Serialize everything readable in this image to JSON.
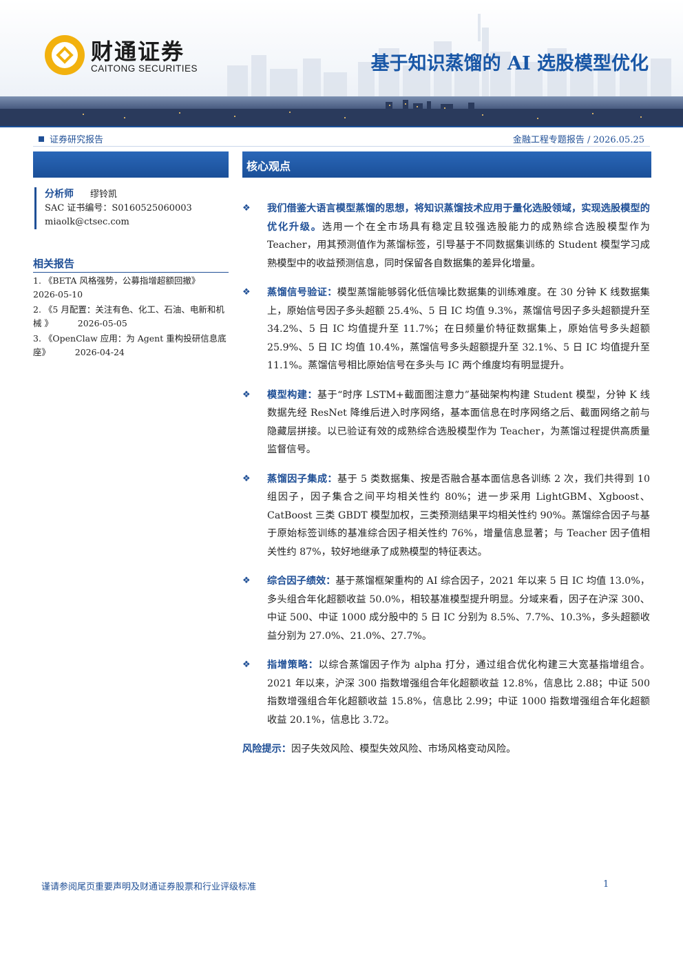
{
  "header": {
    "logo_cn": "财通证券",
    "logo_en": "CAITONG SECURITIES",
    "title": "基于知识蒸馏的 AI 选股模型优化",
    "colors": {
      "brand_blue": "#1f4f96",
      "title_blue": "#1957a6",
      "logo_gold": "#f2b10e"
    }
  },
  "meta": {
    "category": "证券研究报告",
    "report_type": "金融工程专题报告 / 2026.05.25"
  },
  "section_title": "核心观点",
  "analyst": {
    "role": "分析师",
    "name": "缪铃凯",
    "sac": "SAC 证书编号：S0160525060003",
    "email": "miaolk@ctsec.com"
  },
  "related": {
    "title": "相关报告",
    "items": [
      {
        "text": "1. 《BETA 风格强势，公募指增超额回撤》",
        "date": "2026-05-10"
      },
      {
        "text": "2. 《5 月配置：关注有色、化工、石油、电新和机械 》",
        "date": "2026-05-05"
      },
      {
        "text": "3. 《OpenClaw 应用：为 Agent 重构投研信息底座》",
        "date": "2026-04-24"
      }
    ]
  },
  "points": [
    {
      "bold": "我们借鉴大语言模型蒸馏的思想，将知识蒸馏技术应用于量化选股领域，实现选股模型的优化升级。",
      "text": "选用一个在全市场具有稳定且较强选股能力的成熟综合选股模型作为 Teacher，用其预测值作为蒸馏标签，引导基于不同数据集训练的 Student 模型学习成熟模型中的收益预测信息，同时保留各自数据集的差异化增量。"
    },
    {
      "bold": "蒸馏信号验证：",
      "text": "模型蒸馏能够弱化低信噪比数据集的训练难度。在 30 分钟 K 线数据集上，原始信号因子多头超额 25.4%、5 日 IC 均值 9.3%，蒸馏信号因子多头超额提升至 34.2%、5 日 IC 均值提升至 11.7%；在日频量价特征数据集上，原始信号多头超额 25.9%、5 日 IC 均值 10.4%，蒸馏信号多头超额提升至 32.1%、5 日 IC 均值提升至 11.1%。蒸馏信号相比原始信号在多头与 IC 两个维度均有明显提升。"
    },
    {
      "bold": "模型构建：",
      "text": "基于“时序 LSTM+截面图注意力”基础架构构建 Student 模型，分钟 K 线数据先经 ResNet 降维后进入时序网络，基本面信息在时序网络之后、截面网络之前与隐藏层拼接。以已验证有效的成熟综合选股模型作为 Teacher，为蒸馏过程提供高质量监督信号。"
    },
    {
      "bold": "蒸馏因子集成：",
      "text": "基于 5 类数据集、按是否融合基本面信息各训练 2 次，我们共得到 10 组因子，因子集合之间平均相关性约 80%；进一步采用 LightGBM、Xgboost、CatBoost 三类 GBDT 模型加权，三类预测结果平均相关性约 90%。蒸馏综合因子与基于原始标签训练的基准综合因子相关性约 76%，增量信息显著；与 Teacher 因子值相关性约 87%，较好地继承了成熟模型的特征表达。"
    },
    {
      "bold": "综合因子绩效：",
      "text": "基于蒸馏框架重构的 AI 综合因子，2021 年以来 5 日 IC 均值 13.0%，多头组合年化超额收益 50.0%，相较基准模型提升明显。分域来看，因子在沪深 300、中证 500、中证 1000 成分股中的 5 日 IC 分别为 8.5%、7.7%、10.3%，多头超额收益分别为 27.0%、21.0%、27.7%。"
    },
    {
      "bold": "指增策略：",
      "text": "以综合蒸馏因子作为 alpha 打分，通过组合优化构建三大宽基指增组合。2021 年以来，沪深 300 指数增强组合年化超额收益 12.8%，信息比 2.88；中证 500 指数增强组合年化超额收益 15.8%，信息比 2.99；中证 1000 指数增强组合年化超额收益 20.1%，信息比 3.72。"
    }
  ],
  "risk": {
    "label": "风险提示：",
    "text": "因子失效风险、模型失效风险、市场风格变动风险。"
  },
  "footer": {
    "disclaimer": "谨请参阅尾页重要声明及财通证券股票和行业评级标准",
    "page": "1"
  }
}
